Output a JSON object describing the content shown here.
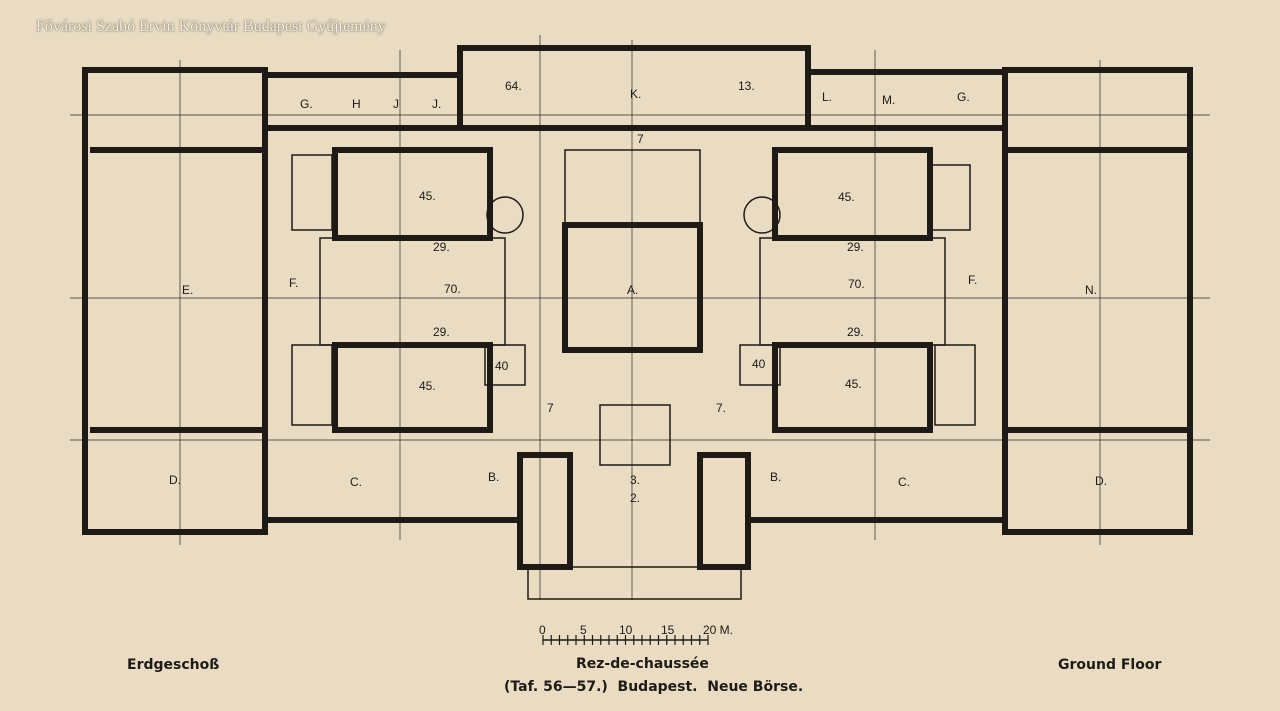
{
  "watermark": "Fővárosi Szabó Ervin Könyvtár Budapest Gyűjtemény",
  "captions": {
    "left": "Erdgeschoß",
    "center": "Rez-de-chaussée",
    "subtitle": "(Taf. 56—57.)  Budapest.  Neue Börse.",
    "right": "Ground Floor"
  },
  "scale": {
    "ticks": [
      "0",
      "5",
      "10",
      "15",
      "20 M."
    ]
  },
  "rooms": {
    "r64": "64.",
    "K": "K.",
    "r13": "13.",
    "G1": "G.",
    "H": "H",
    "J1": "J",
    "J2": "J.",
    "L": "L.",
    "M": "M.",
    "G2": "G.",
    "r7top": "7",
    "r45a": "45.",
    "r45b": "45.",
    "r29a": "29.",
    "r29b": "29.",
    "r29c": "29.",
    "r29d": "29.",
    "r70a": "70.",
    "r70b": "70.",
    "A": "A.",
    "E": "E.",
    "N": "N.",
    "F1": "F.",
    "F2": "F.",
    "r40a": "40",
    "r40b": "40",
    "r45c": "45.",
    "r45d": "45.",
    "r7a": "7",
    "r7b": "7.",
    "D1": "D.",
    "D2": "D.",
    "C1": "C.",
    "C2": "C.",
    "B1": "B.",
    "B2": "B.",
    "r3": "3.",
    "r2": "2."
  }
}
